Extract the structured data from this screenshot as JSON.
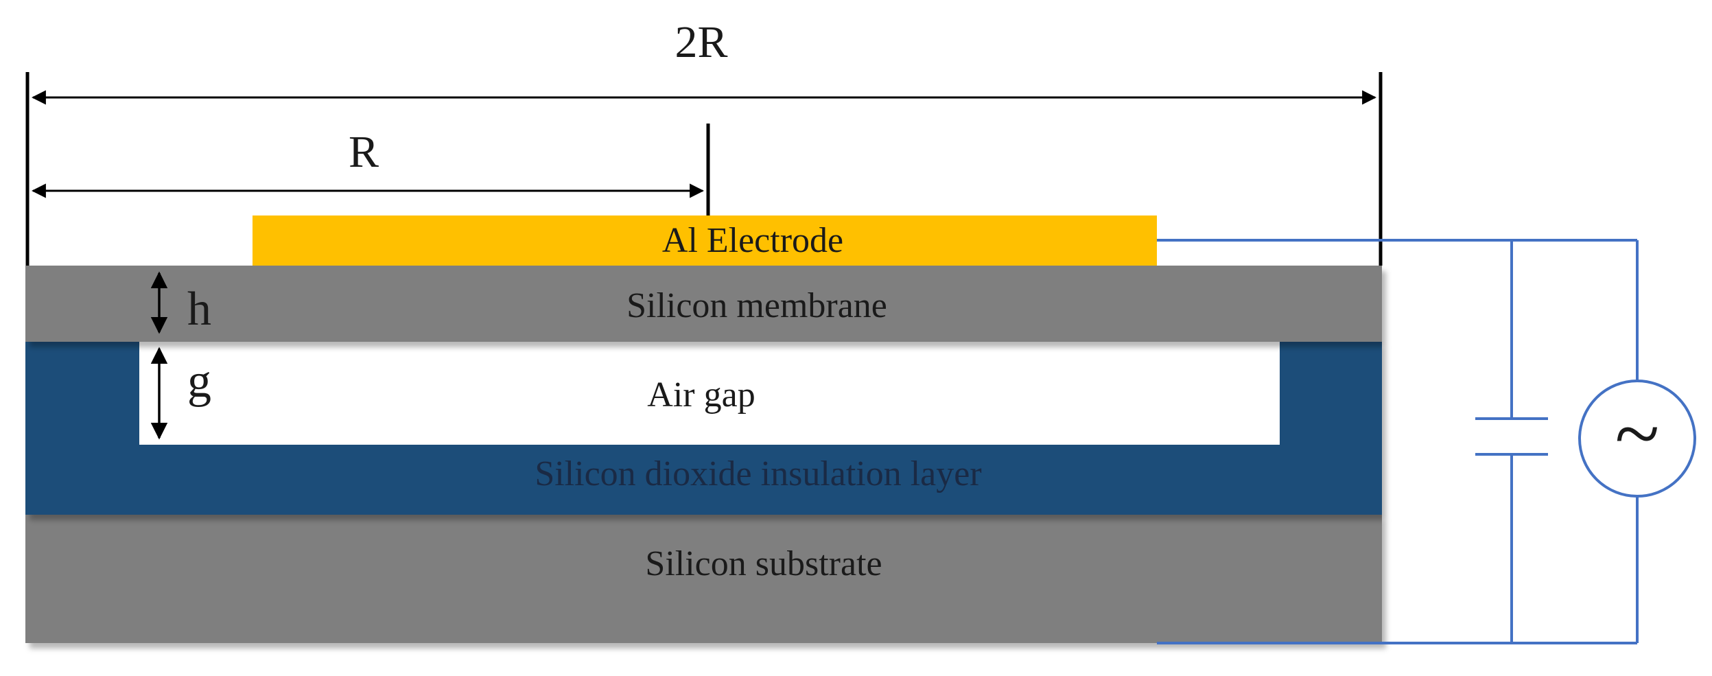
{
  "dimensions": {
    "full_width_label": "2R",
    "radius_label": "R",
    "membrane_thickness_label": "h",
    "gap_height_label": "g"
  },
  "layers": {
    "electrode": "Al Electrode",
    "membrane": "Silicon membrane",
    "air_gap": "Air gap",
    "insulation": "Silicon dioxide insulation layer",
    "substrate": "Silicon substrate"
  },
  "circuit": {
    "ac_source_symbol": "~"
  },
  "colors": {
    "electrode": "#FFC000",
    "membrane": "#7F7F7F",
    "insulation": "#1F4E79",
    "substrate": "#7F7F7F",
    "air_gap": "#FFFFFF",
    "wire": "#4472C4",
    "dimension_line": "#000000"
  }
}
